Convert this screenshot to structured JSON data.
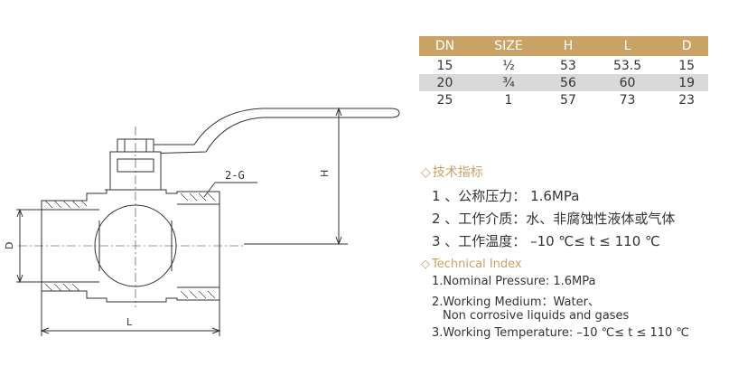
{
  "drawing": {
    "label_g": "2-G",
    "label_h": "H",
    "label_d": "D",
    "label_l": "L"
  },
  "table": {
    "headers": [
      "DN",
      "SIZE",
      "H",
      "L",
      "D"
    ],
    "rows": [
      [
        "15",
        "½",
        "53",
        "53.5",
        "15"
      ],
      [
        "20",
        "¾",
        "56",
        "60",
        "19"
      ],
      [
        "25",
        "1",
        "57",
        "73",
        "23"
      ]
    ]
  },
  "tech_cn": {
    "icon": "diamond-outline-icon",
    "heading": "技术指标",
    "items": [
      "1 、公称压力： 1.6MPa",
      "2 、工作介质：水、非腐蚀性液体或气体",
      "3 、工作温度： –10 ℃≤ t ≤ 110 ℃"
    ]
  },
  "tech_en": {
    "icon": "diamond-outline-icon",
    "heading": "Technical Index",
    "items": [
      "1.Nominal Pressure: 1.6MPa",
      "2.Working Medium：Water、",
      "Non corrosive liquids and gases",
      "3.Working Temperature: –10 ℃≤ t ≤ 110 ℃"
    ]
  },
  "colors": {
    "accent": "#c9a266",
    "shade": "#d9d9d9",
    "ink": "#333333"
  }
}
